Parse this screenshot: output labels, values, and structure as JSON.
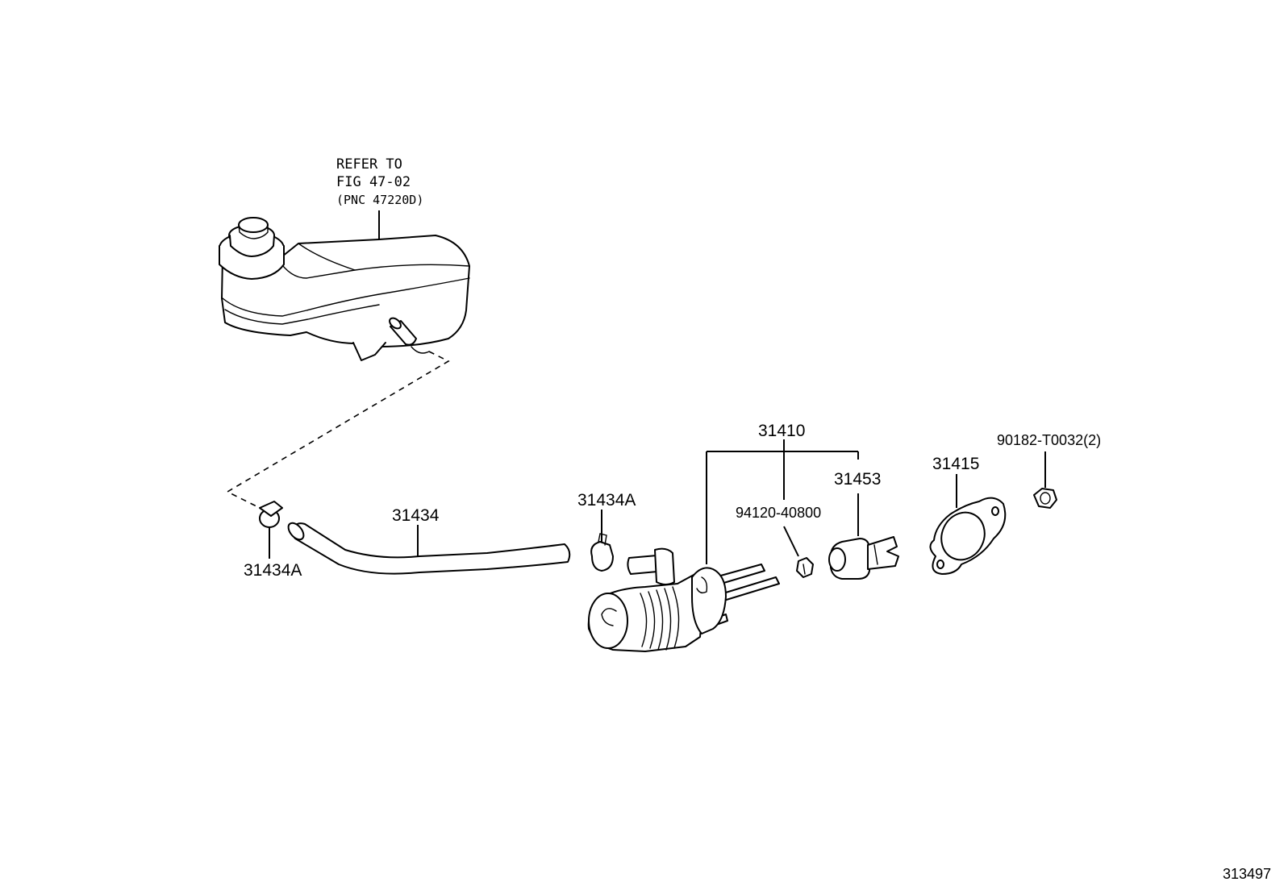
{
  "reference_note": {
    "line1": "REFER TO",
    "line2": "FIG 47-02",
    "line3": "(PNC 47220D)"
  },
  "callouts": {
    "clamp_left": "31434A",
    "hose": "31434",
    "clamp_right": "31434A",
    "master_cylinder": "31410",
    "nut": "94120-40800",
    "clevis": "31453",
    "gasket": "31415",
    "retainer_nut": "90182-T0032(2)"
  },
  "figure_number": "313497"
}
